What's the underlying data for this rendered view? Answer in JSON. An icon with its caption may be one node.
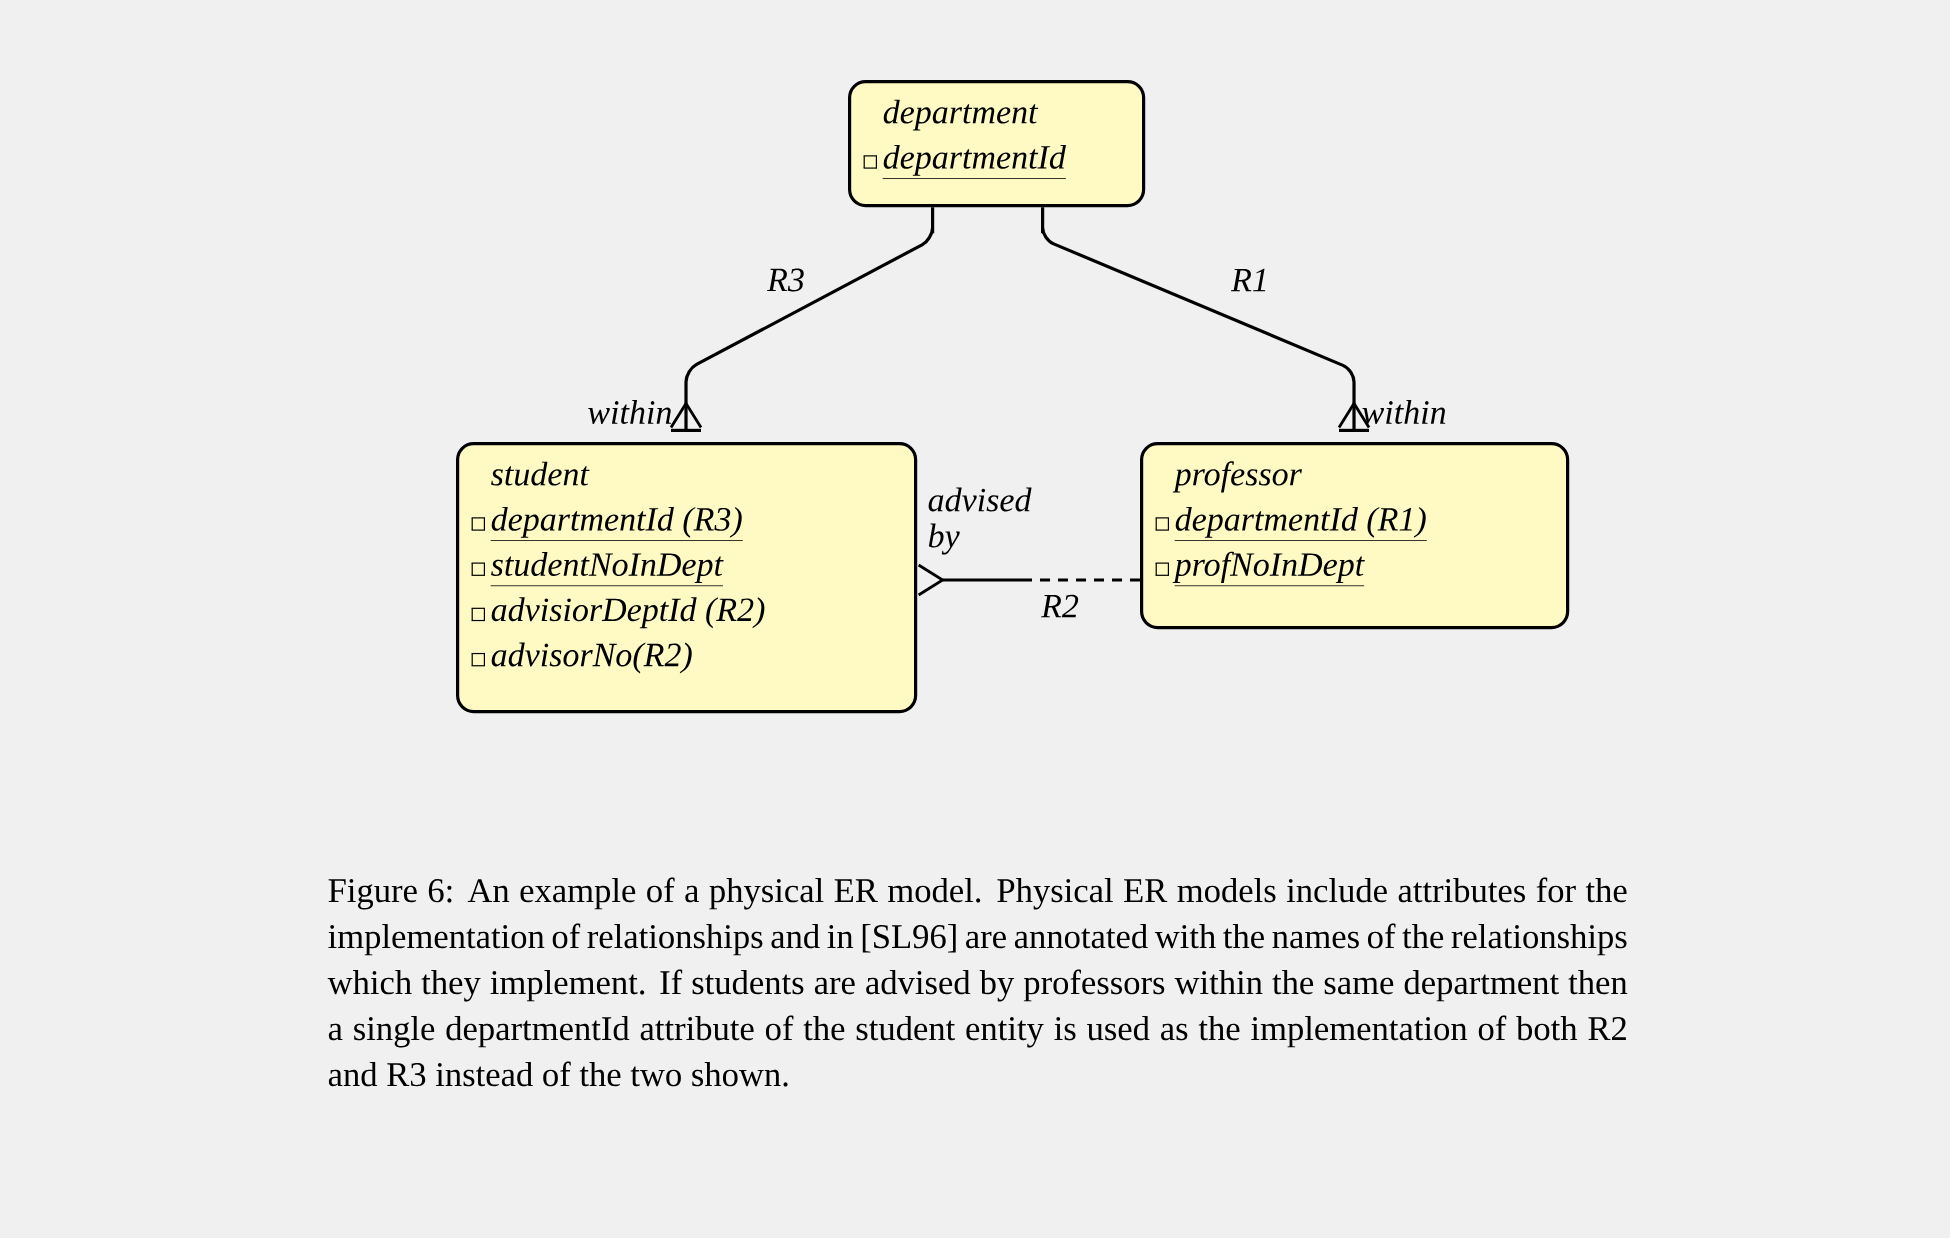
{
  "diagram": {
    "caption": "Figure 6: An example of a physical ER model. Physical ER models include attributes for the implementation of relationships and in [SL96] are annotated with the names of the relationships which they implement. If students are advised by professors within the same department then a single departmentId attribute of the student entity is used as the implementation of both R2 and R3 instead of the two shown.",
    "nodes": [
      {
        "text": [
          "department",
          "departmentId"
        ]
      },
      {
        "text": [
          "student",
          "departmentId (R3)",
          "studentNoInDept",
          "advisiorDeptId (R2)",
          "advisorNo(R2)"
        ]
      },
      {
        "text": [
          "professor",
          "departmentId (R1)",
          "profNoInDept"
        ]
      }
    ],
    "edges": [
      {
        "from": 0,
        "to": 1,
        "arrow": "other",
        "label": "R3"
      },
      {
        "from": 0,
        "to": 2,
        "arrow": "other",
        "label": "R1"
      },
      {
        "from": 2,
        "to": 1,
        "arrow": "other",
        "label": "R2",
        "style": "dashed"
      }
    ],
    "labels": [
      "within",
      "within",
      "advised by"
    ]
  }
}
